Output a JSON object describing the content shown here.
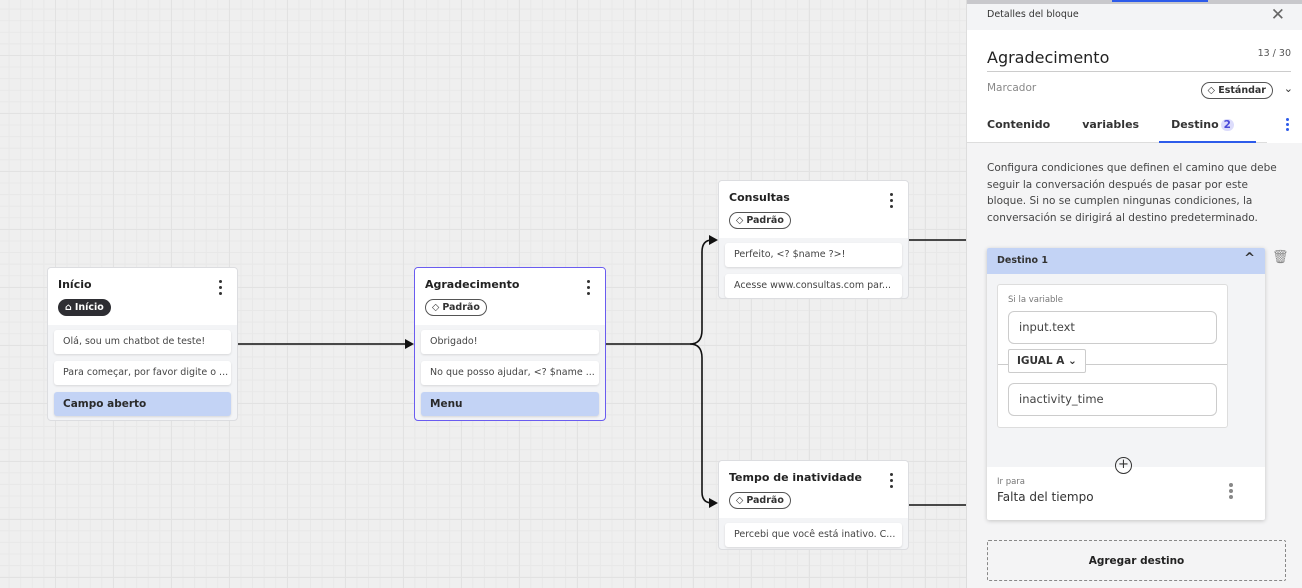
{
  "canvas": {
    "nodes": [
      {
        "title": "Início",
        "tag": "Início",
        "tag_icon": "home-icon",
        "messages": [
          "Olá, sou um chatbot de teste!",
          "Para começar, por favor digite o ..."
        ],
        "option": "Campo aberto"
      },
      {
        "title": "Agradecimento",
        "tag": "Padrão",
        "tag_icon": "tag-icon",
        "messages": [
          "Obrigado!",
          "No que posso ajudar, <? $name ..."
        ],
        "option": "Menu"
      },
      {
        "title": "Consultas",
        "tag": "Padrão",
        "tag_icon": "tag-icon",
        "messages": [
          "Perfeito, <? $name ?>!",
          "Acesse www.consultas.com par..."
        ]
      },
      {
        "title": "Tempo de inatividade",
        "tag": "Padrão",
        "tag_icon": "tag-icon",
        "messages": [
          "Percebi que você está inativo. C..."
        ]
      }
    ]
  },
  "panel": {
    "header": "Detalles del bloque",
    "block_name": "Agradecimento",
    "char_count": "13 / 30",
    "marker_label": "Marcador",
    "marker_value": "Estándar",
    "tabs": [
      {
        "label": "Contenido"
      },
      {
        "label": "variables"
      },
      {
        "label": "Destino",
        "badge": "2"
      }
    ],
    "active_tab": "Destino",
    "description": "Configura condiciones que definen el camino que debe seguir la conversación después de pasar por este bloque. Si no se cumplen ningunas condiciones, la conversación se dirigirá al destino predeterminado.",
    "destination": {
      "title": "Destino 1",
      "condition_label": "Si la variable",
      "variable": "input.text",
      "operator": "IGUAL A",
      "value": "inactivity_time",
      "go_to_label": "Ir para",
      "go_to_value": "Falta del tiempo"
    },
    "add_destination": "Agregar destino",
    "accent": "#2d5bea"
  }
}
